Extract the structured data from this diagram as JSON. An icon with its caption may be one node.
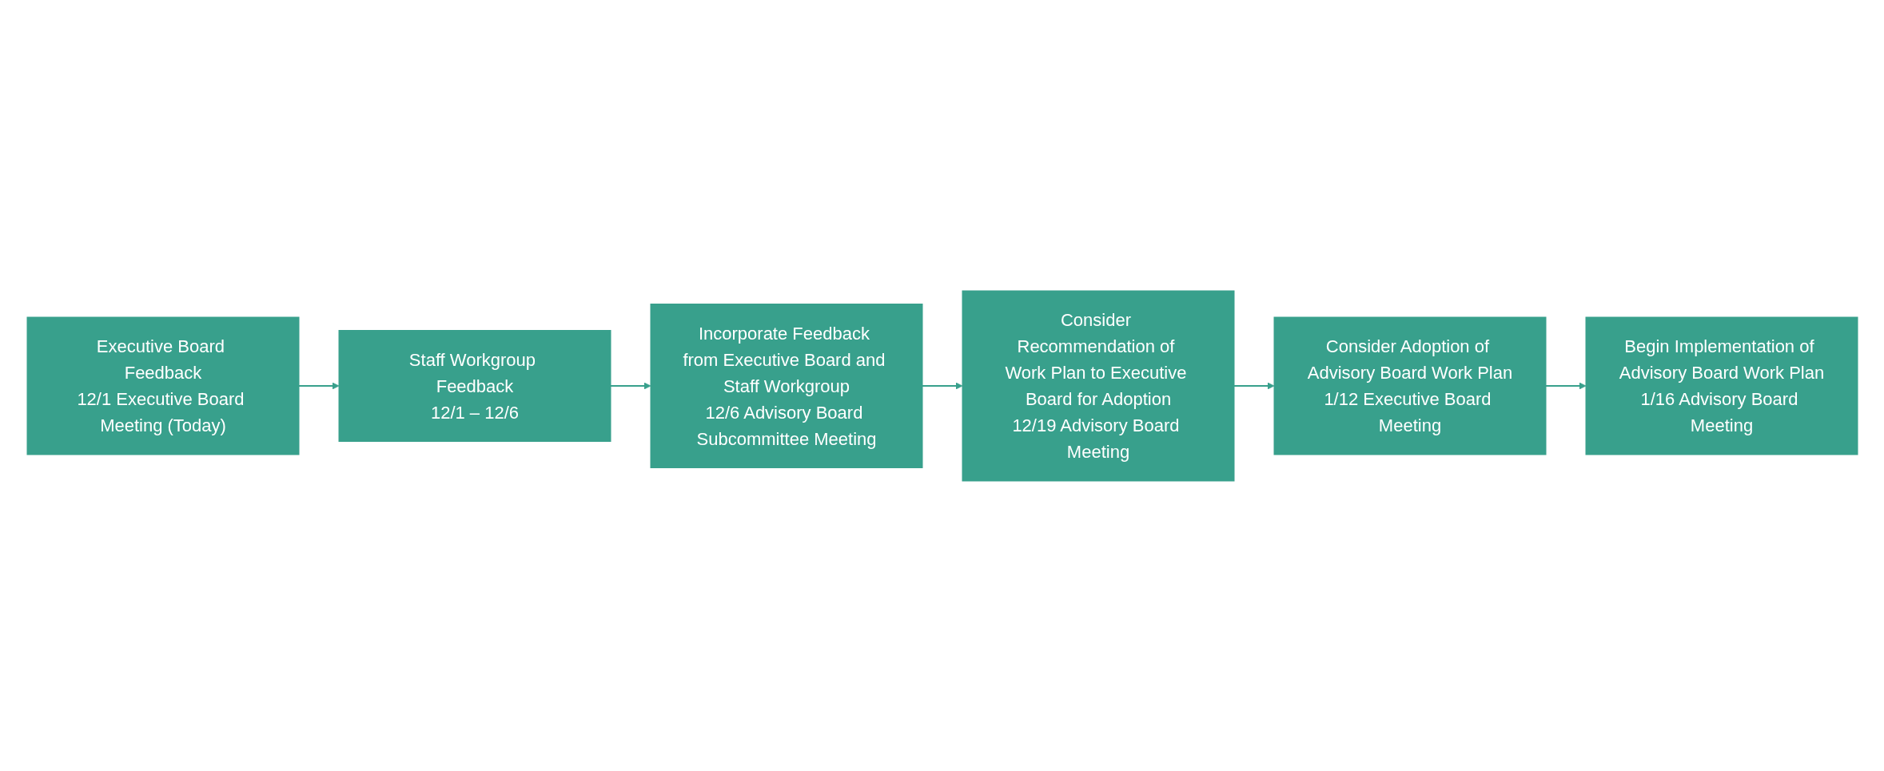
{
  "diagram": {
    "nodes": [
      {
        "text": [
          "Executive Board Feedback",
          "12/1 Executive Board Meeting (Today)"
        ]
      },
      {
        "text": [
          "Staff Workgroup Feedback",
          "12/1 – 12/6"
        ]
      },
      {
        "text": [
          "Incorporate Feedback from Executive Board and Staff Workgroup",
          "12/6 Advisory Board Subcommittee Meeting"
        ]
      },
      {
        "text": [
          "Consider Recommendation of Work Plan to Executive Board for Adoption",
          "12/19 Advisory Board Meeting"
        ]
      },
      {
        "text": [
          "Consider Adoption of Advisory Board Work Plan",
          "1/12 Executive Board Meeting"
        ]
      },
      {
        "text": [
          "Begin Implementation of Advisory Board Work Plan",
          "1/16 Advisory Board Meeting"
        ]
      }
    ],
    "edges": [
      {
        "from": 0,
        "to": 1,
        "arrow": "to"
      },
      {
        "from": 1,
        "to": 2,
        "arrow": "to"
      },
      {
        "from": 2,
        "to": 3,
        "arrow": "to"
      },
      {
        "from": 3,
        "to": 4,
        "arrow": "to"
      },
      {
        "from": 4,
        "to": 5,
        "arrow": "to"
      }
    ]
  }
}
